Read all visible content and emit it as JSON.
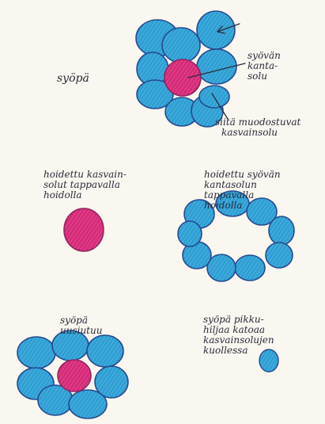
{
  "labels": {
    "cancer": "syöpä",
    "stem_cell": [
      "syövän",
      "kanta-",
      "solu"
    ],
    "derived_cells": [
      "siitä muodostuvat",
      "kasvainsolu"
    ],
    "treated_tumor_cells": [
      "hoidettu kasvain-",
      "solut tappavalla",
      "hoidolla"
    ],
    "treated_stem_cell": [
      "hoidettu syövän",
      "kantasolun",
      "tappavalla",
      "hoidolla"
    ],
    "recurrence": [
      "syöpä",
      "uusiutuu"
    ],
    "slow_fade": [
      "syöpä pikku-",
      "hiljaa katoaa",
      "kasvainsolujen",
      "kuollessa"
    ]
  },
  "colors": {
    "paper": "#faf7f0",
    "tumor_cell": "#2e9fd3",
    "tumor_outline": "#254a8f",
    "stem_cell": "#d62a78",
    "stem_outline": "#8f2660",
    "ink": "#2a2a3a"
  }
}
